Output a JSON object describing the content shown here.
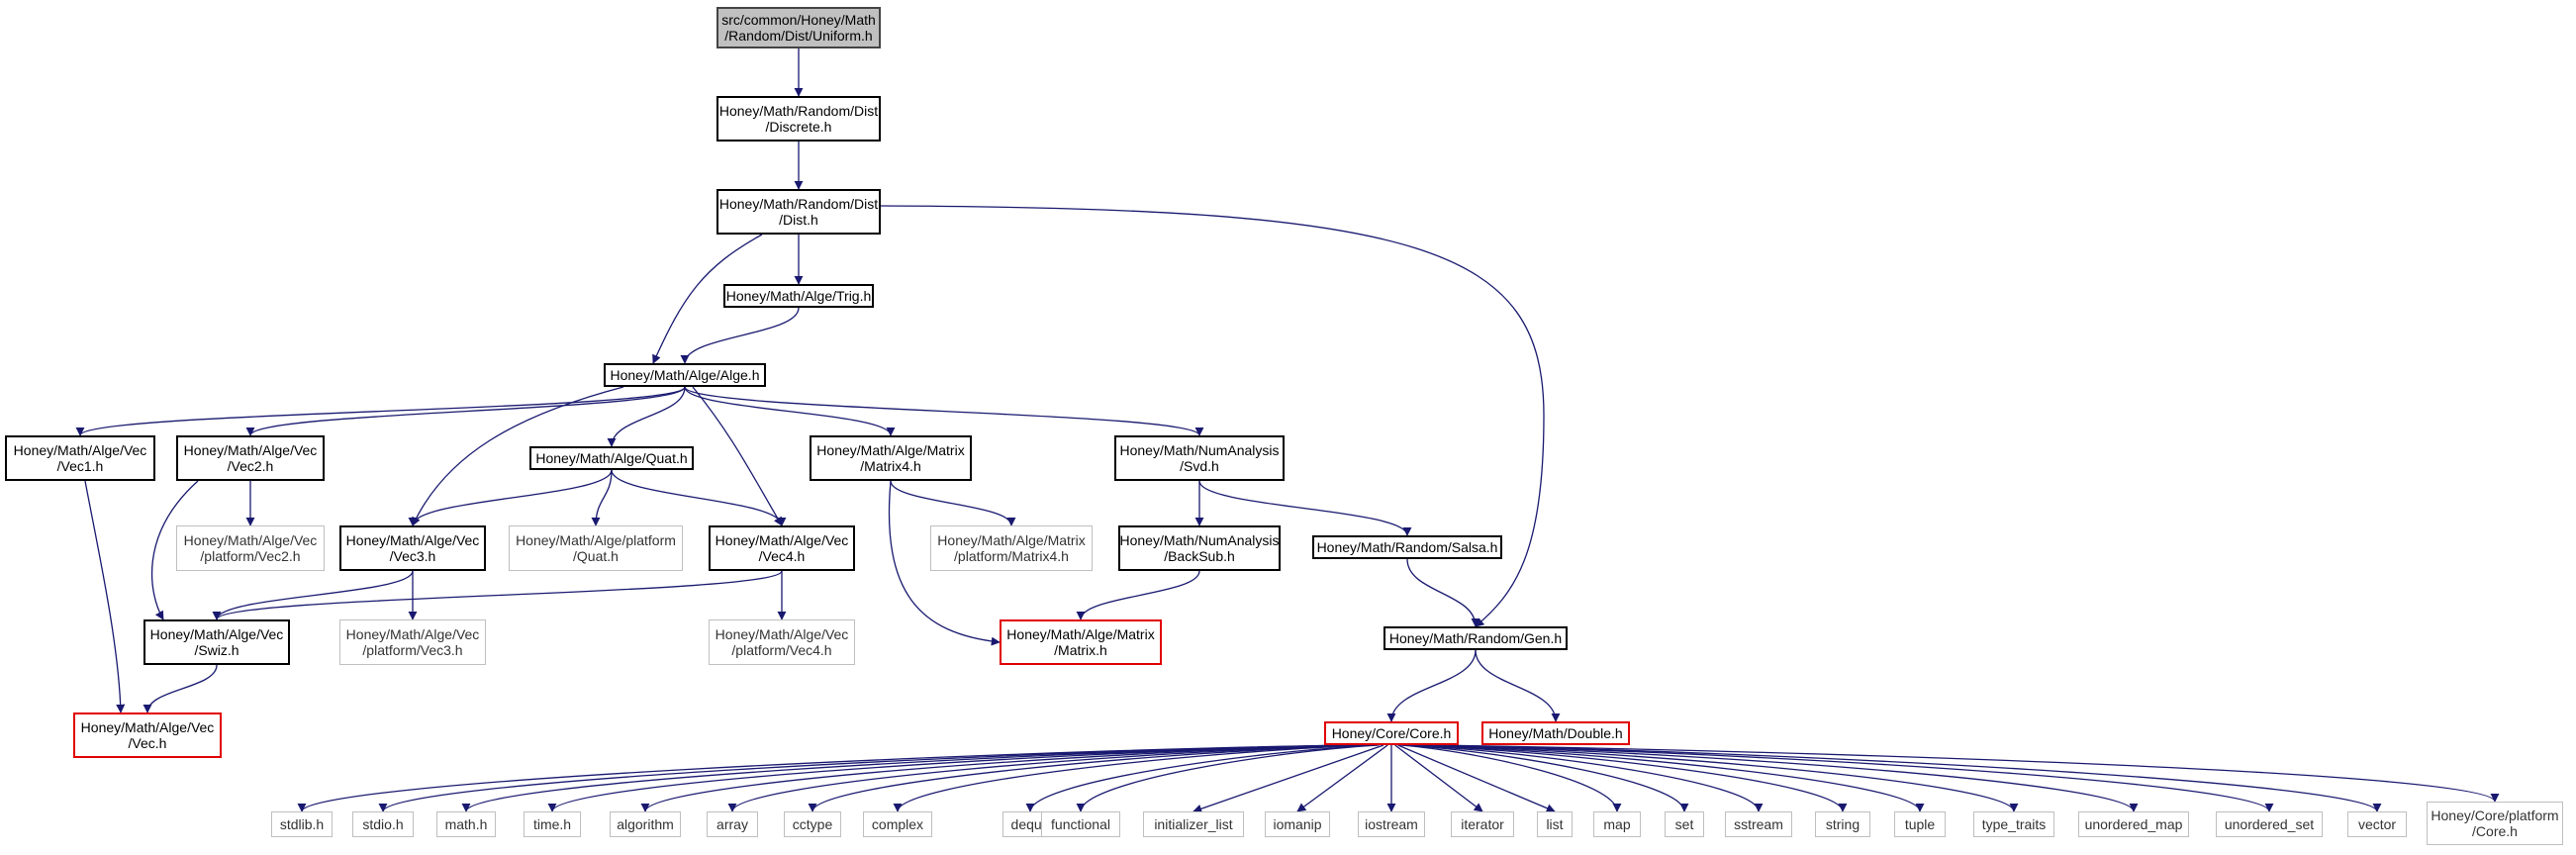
{
  "diagram": {
    "nodes": [
      {
        "id": "uniform",
        "lines": [
          "src/common/Honey/Math",
          "/Random/Dist/Uniform.h"
        ],
        "style": "root"
      },
      {
        "id": "discrete",
        "lines": [
          "Honey/Math/Random/Dist",
          "/Discrete.h"
        ],
        "style": "normal"
      },
      {
        "id": "dist",
        "lines": [
          "Honey/Math/Random/Dist",
          "/Dist.h"
        ],
        "style": "normal"
      },
      {
        "id": "trig",
        "lines": [
          "Honey/Math/Alge/Trig.h"
        ],
        "style": "normal"
      },
      {
        "id": "alge",
        "lines": [
          "Honey/Math/Alge/Alge.h"
        ],
        "style": "normal"
      },
      {
        "id": "vec1",
        "lines": [
          "Honey/Math/Alge/Vec",
          "/Vec1.h"
        ],
        "style": "normal"
      },
      {
        "id": "vec2",
        "lines": [
          "Honey/Math/Alge/Vec",
          "/Vec2.h"
        ],
        "style": "normal"
      },
      {
        "id": "quat",
        "lines": [
          "Honey/Math/Alge/Quat.h"
        ],
        "style": "normal"
      },
      {
        "id": "matrix4",
        "lines": [
          "Honey/Math/Alge/Matrix",
          "/Matrix4.h"
        ],
        "style": "normal"
      },
      {
        "id": "svd",
        "lines": [
          "Honey/Math/NumAnalysis",
          "/Svd.h"
        ],
        "style": "normal"
      },
      {
        "id": "pvec2",
        "lines": [
          "Honey/Math/Alge/Vec",
          "/platform/Vec2.h"
        ],
        "style": "ext"
      },
      {
        "id": "vec3",
        "lines": [
          "Honey/Math/Alge/Vec",
          "/Vec3.h"
        ],
        "style": "normal"
      },
      {
        "id": "pquat",
        "lines": [
          "Honey/Math/Alge/platform",
          "/Quat.h"
        ],
        "style": "ext"
      },
      {
        "id": "vec4",
        "lines": [
          "Honey/Math/Alge/Vec",
          "/Vec4.h"
        ],
        "style": "normal"
      },
      {
        "id": "pmatrix4",
        "lines": [
          "Honey/Math/Alge/Matrix",
          "/platform/Matrix4.h"
        ],
        "style": "ext"
      },
      {
        "id": "backsub",
        "lines": [
          "Honey/Math/NumAnalysis",
          "/BackSub.h"
        ],
        "style": "normal"
      },
      {
        "id": "salsa",
        "lines": [
          "Honey/Math/Random/Salsa.h"
        ],
        "style": "normal"
      },
      {
        "id": "swiz",
        "lines": [
          "Honey/Math/Alge/Vec",
          "/Swiz.h"
        ],
        "style": "normal"
      },
      {
        "id": "pvec3",
        "lines": [
          "Honey/Math/Alge/Vec",
          "/platform/Vec3.h"
        ],
        "style": "ext"
      },
      {
        "id": "pvec4",
        "lines": [
          "Honey/Math/Alge/Vec",
          "/platform/Vec4.h"
        ],
        "style": "ext"
      },
      {
        "id": "matrix",
        "lines": [
          "Honey/Math/Alge/Matrix",
          "/Matrix.h"
        ],
        "style": "red"
      },
      {
        "id": "gen",
        "lines": [
          "Honey/Math/Random/Gen.h"
        ],
        "style": "normal"
      },
      {
        "id": "vec",
        "lines": [
          "Honey/Math/Alge/Vec",
          "/Vec.h"
        ],
        "style": "red"
      },
      {
        "id": "core",
        "lines": [
          "Honey/Core/Core.h"
        ],
        "style": "red"
      },
      {
        "id": "double",
        "lines": [
          "Honey/Math/Double.h"
        ],
        "style": "red"
      },
      {
        "id": "stdlib",
        "lines": [
          "stdlib.h"
        ],
        "style": "ext"
      },
      {
        "id": "stdio",
        "lines": [
          "stdio.h"
        ],
        "style": "ext"
      },
      {
        "id": "math",
        "lines": [
          "math.h"
        ],
        "style": "ext"
      },
      {
        "id": "time",
        "lines": [
          "time.h"
        ],
        "style": "ext"
      },
      {
        "id": "algorithm",
        "lines": [
          "algorithm"
        ],
        "style": "ext"
      },
      {
        "id": "array",
        "lines": [
          "array"
        ],
        "style": "ext"
      },
      {
        "id": "cctype",
        "lines": [
          "cctype"
        ],
        "style": "ext"
      },
      {
        "id": "complex",
        "lines": [
          "complex"
        ],
        "style": "ext"
      },
      {
        "id": "deque",
        "lines": [
          "deque"
        ],
        "style": "ext"
      },
      {
        "id": "functional",
        "lines": [
          "functional"
        ],
        "style": "ext"
      },
      {
        "id": "initializer_list",
        "lines": [
          "initializer_list"
        ],
        "style": "ext"
      },
      {
        "id": "iomanip",
        "lines": [
          "iomanip"
        ],
        "style": "ext"
      },
      {
        "id": "iostream",
        "lines": [
          "iostream"
        ],
        "style": "ext"
      },
      {
        "id": "iterator",
        "lines": [
          "iterator"
        ],
        "style": "ext"
      },
      {
        "id": "list",
        "lines": [
          "list"
        ],
        "style": "ext"
      },
      {
        "id": "map",
        "lines": [
          "map"
        ],
        "style": "ext"
      },
      {
        "id": "set",
        "lines": [
          "set"
        ],
        "style": "ext"
      },
      {
        "id": "sstream",
        "lines": [
          "sstream"
        ],
        "style": "ext"
      },
      {
        "id": "string",
        "lines": [
          "string"
        ],
        "style": "ext"
      },
      {
        "id": "tuple",
        "lines": [
          "tuple"
        ],
        "style": "ext"
      },
      {
        "id": "type_traits",
        "lines": [
          "type_traits"
        ],
        "style": "ext"
      },
      {
        "id": "unordered_map",
        "lines": [
          "unordered_map"
        ],
        "style": "ext"
      },
      {
        "id": "unordered_set",
        "lines": [
          "unordered_set"
        ],
        "style": "ext"
      },
      {
        "id": "vector",
        "lines": [
          "vector"
        ],
        "style": "ext"
      },
      {
        "id": "pcore",
        "lines": [
          "Honey/Core/platform",
          "/Core.h"
        ],
        "style": "ext"
      }
    ],
    "edges": [
      [
        "uniform",
        "discrete"
      ],
      [
        "discrete",
        "dist"
      ],
      [
        "dist",
        "trig"
      ],
      [
        "dist",
        "alge"
      ],
      [
        "dist",
        "gen"
      ],
      [
        "trig",
        "alge"
      ],
      [
        "alge",
        "vec1"
      ],
      [
        "alge",
        "vec2"
      ],
      [
        "alge",
        "quat"
      ],
      [
        "alge",
        "vec3"
      ],
      [
        "alge",
        "vec4"
      ],
      [
        "alge",
        "matrix4"
      ],
      [
        "alge",
        "svd"
      ],
      [
        "vec1",
        "vec"
      ],
      [
        "vec2",
        "pvec2"
      ],
      [
        "vec2",
        "swiz"
      ],
      [
        "quat",
        "vec3"
      ],
      [
        "quat",
        "pquat"
      ],
      [
        "quat",
        "vec4"
      ],
      [
        "vec3",
        "swiz"
      ],
      [
        "vec3",
        "pvec3"
      ],
      [
        "vec4",
        "swiz"
      ],
      [
        "vec4",
        "pvec4"
      ],
      [
        "swiz",
        "vec"
      ],
      [
        "matrix4",
        "pmatrix4"
      ],
      [
        "matrix4",
        "matrix"
      ],
      [
        "svd",
        "backsub"
      ],
      [
        "svd",
        "salsa"
      ],
      [
        "backsub",
        "matrix"
      ],
      [
        "salsa",
        "gen"
      ],
      [
        "gen",
        "core"
      ],
      [
        "gen",
        "double"
      ],
      [
        "core",
        "stdlib"
      ],
      [
        "core",
        "stdio"
      ],
      [
        "core",
        "math"
      ],
      [
        "core",
        "time"
      ],
      [
        "core",
        "algorithm"
      ],
      [
        "core",
        "array"
      ],
      [
        "core",
        "cctype"
      ],
      [
        "core",
        "complex"
      ],
      [
        "core",
        "deque"
      ],
      [
        "core",
        "functional"
      ],
      [
        "core",
        "initializer_list"
      ],
      [
        "core",
        "iomanip"
      ],
      [
        "core",
        "iostream"
      ],
      [
        "core",
        "iterator"
      ],
      [
        "core",
        "list"
      ],
      [
        "core",
        "map"
      ],
      [
        "core",
        "set"
      ],
      [
        "core",
        "sstream"
      ],
      [
        "core",
        "string"
      ],
      [
        "core",
        "tuple"
      ],
      [
        "core",
        "type_traits"
      ],
      [
        "core",
        "unordered_map"
      ],
      [
        "core",
        "unordered_set"
      ],
      [
        "core",
        "vector"
      ],
      [
        "core",
        "pcore"
      ]
    ]
  },
  "colors": {
    "edge": "#191970",
    "node_border": "#000000",
    "root_fill": "#c0c0c0",
    "external_border": "#bfbfbf",
    "missing_border": "#e00000"
  }
}
